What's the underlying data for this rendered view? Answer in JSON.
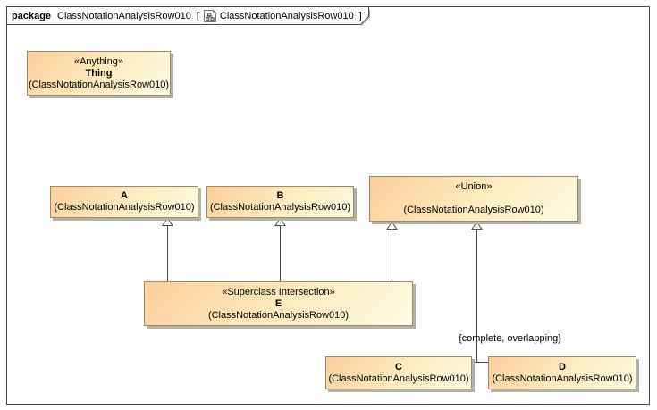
{
  "header": {
    "kind": "package",
    "name": "ClassNotationAnalysisRow010",
    "bracket_open": "[",
    "diagram_name": "ClassNotationAnalysisRow010",
    "bracket_close": "]"
  },
  "classes": {
    "thing": {
      "stereotype": "«Anything»",
      "name": "Thing",
      "qualifier": "(ClassNotationAnalysisRow010)"
    },
    "a": {
      "name": "A",
      "qualifier": "(ClassNotationAnalysisRow010)"
    },
    "b": {
      "name": "B",
      "qualifier": "(ClassNotationAnalysisRow010)"
    },
    "union": {
      "stereotype": "«Union»",
      "name": "",
      "qualifier": "(ClassNotationAnalysisRow010)"
    },
    "e": {
      "stereotype": "«Superclass Intersection»",
      "name": "E",
      "qualifier": "(ClassNotationAnalysisRow010)"
    },
    "c": {
      "name": "C",
      "qualifier": "(ClassNotationAnalysisRow010)"
    },
    "d": {
      "name": "D",
      "qualifier": "(ClassNotationAnalysisRow010)"
    }
  },
  "relationships": {
    "constraint_label": "{complete, overlapping}"
  },
  "colors": {
    "node_fill_top_left": "#fccd9a",
    "node_fill_bottom_right": "#fdfbe3",
    "node_border": "#9a8a68",
    "node_shadow": "#b3b3aa",
    "connector": "#4b4b4b",
    "frame_border": "#4c4c4c",
    "text": "#000000"
  }
}
